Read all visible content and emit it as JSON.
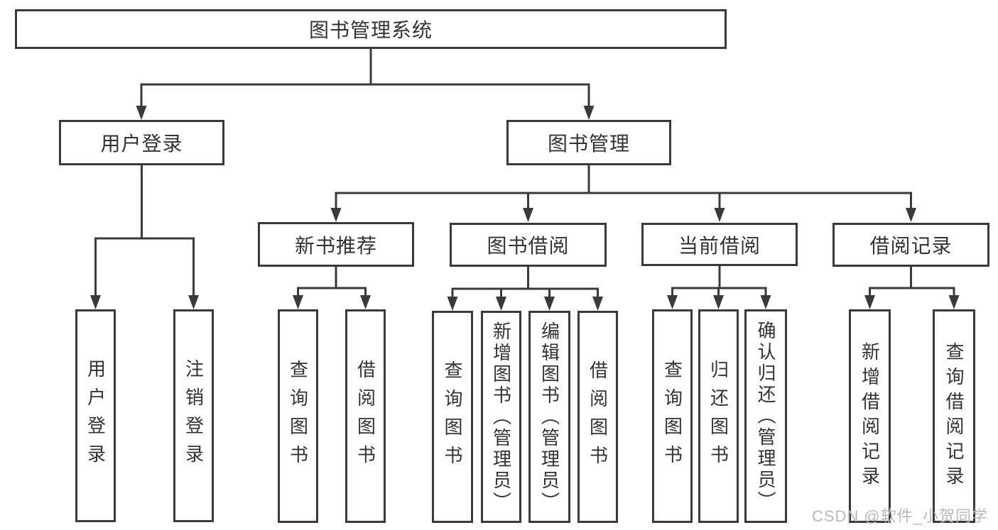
{
  "colors": {
    "line": "#3a3a3a",
    "text": "#333333",
    "watermark": "#b9b9b9",
    "background": "#ffffff"
  },
  "watermark": {
    "text": "CSDN @软件_小贺同学"
  },
  "tree": {
    "label": "图书管理系统",
    "children": [
      {
        "label": "用户登录",
        "children": [
          {
            "label": "用户登录"
          },
          {
            "label": "注销登录"
          }
        ]
      },
      {
        "label": "图书管理",
        "children": [
          {
            "label": "新书推荐",
            "children": [
              {
                "label": "查询图书"
              },
              {
                "label": "借阅图书"
              }
            ]
          },
          {
            "label": "图书借阅",
            "children": [
              {
                "label": "查询图书"
              },
              {
                "label": "新增图书（管理员）"
              },
              {
                "label": "编辑图书（管理员）"
              },
              {
                "label": "借阅图书"
              }
            ]
          },
          {
            "label": "当前借阅",
            "children": [
              {
                "label": "查询图书"
              },
              {
                "label": "归还图书"
              },
              {
                "label": "确认归还（管理员）"
              }
            ]
          },
          {
            "label": "借阅记录",
            "children": [
              {
                "label": "新增借阅记录"
              },
              {
                "label": "查询借阅记录"
              }
            ]
          }
        ]
      }
    ]
  }
}
